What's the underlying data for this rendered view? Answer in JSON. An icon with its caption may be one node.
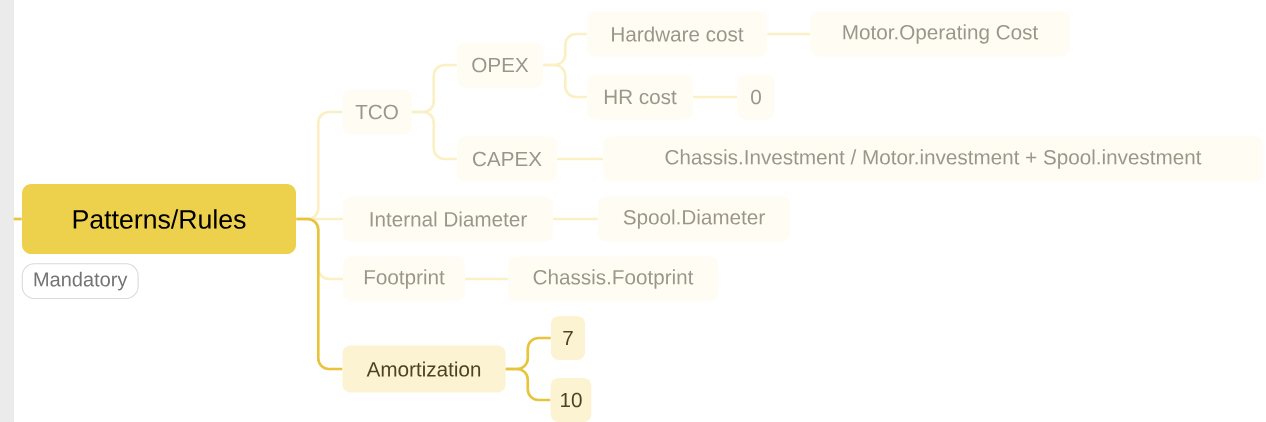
{
  "diagram": {
    "nodes": [
      {
        "text": [
          "Patterns/Rules"
        ],
        "beside": [
          "Mandatory"
        ]
      },
      {
        "text": [
          "TCO"
        ]
      },
      {
        "text": [
          "OPEX"
        ]
      },
      {
        "text": [
          "Hardware cost"
        ]
      },
      {
        "text": [
          "Motor.Operating Cost"
        ]
      },
      {
        "text": [
          "HR cost"
        ]
      },
      {
        "text": [
          "0"
        ]
      },
      {
        "text": [
          "CAPEX"
        ]
      },
      {
        "text": [
          "Chassis.Investment / Motor.investment + Spool.investment"
        ]
      },
      {
        "text": [
          "Internal Diameter"
        ]
      },
      {
        "text": [
          "Spool.Diameter"
        ]
      },
      {
        "text": [
          "Footprint"
        ]
      },
      {
        "text": [
          "Chassis.Footprint"
        ]
      },
      {
        "text": [
          "Amortization"
        ]
      },
      {
        "text": [
          "7"
        ]
      },
      {
        "text": [
          "10"
        ]
      }
    ],
    "edges": [
      {
        "from": null,
        "to": 0,
        "arrow": "none",
        "color": "#e8c43c"
      },
      {
        "from": 0,
        "to": 1,
        "arrow": "none"
      },
      {
        "from": 1,
        "to": 2,
        "arrow": "none"
      },
      {
        "from": 2,
        "to": 3,
        "arrow": "none"
      },
      {
        "from": 3,
        "to": 4,
        "arrow": "none"
      },
      {
        "from": 2,
        "to": 5,
        "arrow": "none"
      },
      {
        "from": 5,
        "to": 6,
        "arrow": "none"
      },
      {
        "from": 1,
        "to": 7,
        "arrow": "none"
      },
      {
        "from": 7,
        "to": 8,
        "arrow": "none"
      },
      {
        "from": 0,
        "to": 9,
        "arrow": "none"
      },
      {
        "from": 9,
        "to": 10,
        "arrow": "none"
      },
      {
        "from": 0,
        "to": 11,
        "arrow": "none"
      },
      {
        "from": 11,
        "to": 12,
        "arrow": "none"
      },
      {
        "from": 0,
        "to": 13,
        "arrow": "none",
        "color": "#e8c43c"
      },
      {
        "from": 13,
        "to": 14,
        "arrow": "none",
        "color": "#e8c43c"
      },
      {
        "from": 13,
        "to": 15,
        "arrow": "none",
        "color": "#e8c43c"
      }
    ]
  }
}
